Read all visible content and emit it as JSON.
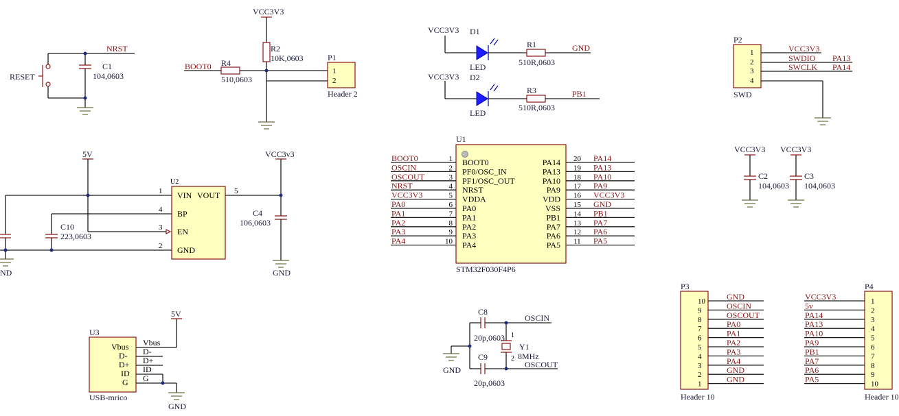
{
  "reset": {
    "switch": "RESET",
    "net": "NRST",
    "cap": "C1",
    "cap_val": "104,0603"
  },
  "boot": {
    "net": "BOOT0",
    "r4": "R4",
    "r4_val": "510,0603",
    "r2": "R2",
    "r2_val": "10K,0603",
    "vcc": "VCC3V3",
    "hdr": "P1",
    "hdr_name": "Header 2",
    "pins": [
      "1",
      "2"
    ]
  },
  "leds": {
    "d1": {
      "ref": "D1",
      "label": "LED",
      "vcc": "VCC3V3",
      "r": "R1",
      "r_val": "510R,0603",
      "net": "GND"
    },
    "d2": {
      "ref": "D2",
      "label": "LED",
      "vcc": "VCC3V3",
      "r": "R3",
      "r_val": "510R,0603",
      "net": "PB1"
    }
  },
  "swd": {
    "ref": "P2",
    "name": "SWD",
    "pins": [
      "1",
      "2",
      "3",
      "4"
    ],
    "signals": [
      "VCC3V3",
      "SWDIO",
      "SWCLK"
    ],
    "nets": [
      "PA13",
      "PA14"
    ]
  },
  "regulator": {
    "ref": "U2",
    "in_net": "5V",
    "out_net": "VCC3v3",
    "pins_left": [
      {
        "num": "1",
        "name": "VIN"
      },
      {
        "num": "4",
        "name": "BP"
      },
      {
        "num": "3",
        "name": "EN"
      },
      {
        "num": "2",
        "name": "GND"
      }
    ],
    "vout_name": "VOUT",
    "vout_num": "5",
    "c10": "C10",
    "c10_val": "223,0603",
    "c4": "C4",
    "c4_val": "106,0603",
    "gnd": "GND",
    "gnd_left": "ND"
  },
  "mcu": {
    "ref": "U1",
    "part": "STM32F030F4P6",
    "left": [
      {
        "net": "BOOT0",
        "num": "1",
        "name": "BOOT0"
      },
      {
        "net": "OSCIN",
        "num": "2",
        "name": "PF0/OSC_IN"
      },
      {
        "net": "OSCOUT",
        "num": "3",
        "name": "PF1/OSC_OUT"
      },
      {
        "net": "NRST",
        "num": "4",
        "name": "NRST"
      },
      {
        "net": "VCC3V3",
        "num": "5",
        "name": "VDDA"
      },
      {
        "net": "PA0",
        "num": "6",
        "name": "PA0"
      },
      {
        "net": "PA1",
        "num": "7",
        "name": "PA1"
      },
      {
        "net": "PA2",
        "num": "8",
        "name": "PA2"
      },
      {
        "net": "PA3",
        "num": "9",
        "name": "PA3"
      },
      {
        "net": "PA4",
        "num": "10",
        "name": "PA4"
      }
    ],
    "right": [
      {
        "name": "PA14",
        "num": "20",
        "net": "PA14"
      },
      {
        "name": "PA13",
        "num": "19",
        "net": "PA13"
      },
      {
        "name": "PA10",
        "num": "18",
        "net": "PA10"
      },
      {
        "name": "PA9",
        "num": "17",
        "net": "PA9"
      },
      {
        "name": "VDD",
        "num": "16",
        "net": "VCC3V3"
      },
      {
        "name": "VSS",
        "num": "15",
        "net": "GND"
      },
      {
        "name": "PB1",
        "num": "14",
        "net": "PB1"
      },
      {
        "name": "PA7",
        "num": "13",
        "net": "PA7"
      },
      {
        "name": "PA6",
        "num": "12",
        "net": "PA6"
      },
      {
        "name": "PA5",
        "num": "11",
        "net": "PA5"
      }
    ]
  },
  "decoupling": {
    "c2": {
      "ref": "C2",
      "val": "104,0603",
      "vcc": "VCC3V3"
    },
    "c3": {
      "ref": "C3",
      "val": "104,0603",
      "vcc": "VCC3V3"
    }
  },
  "crystal": {
    "c8": "C8",
    "c8_val": "20p,0603",
    "c9": "C9",
    "c9_val": "20p,0603",
    "y1": "Y1",
    "y1_val": "8MHz",
    "pin1": "1",
    "pin2": "2",
    "osc_in": "OSCIN",
    "osc_out": "OSCOUT",
    "gnd": "GND"
  },
  "usb": {
    "ref": "U3",
    "name": "USB-mrico",
    "pins": [
      "Vbus",
      "D-",
      "D+",
      "ID",
      "G"
    ],
    "nets": [
      "Vbus",
      "D-",
      "D+",
      "ID",
      "G"
    ],
    "pwr": "5V",
    "gnd": "GND"
  },
  "p3": {
    "ref": "P3",
    "name": "Header 10",
    "pins": [
      "10",
      "9",
      "8",
      "7",
      "6",
      "5",
      "4",
      "3",
      "2",
      "1"
    ],
    "nets": [
      "GND",
      "OSCIN",
      "OSCOUT",
      "PA0",
      "PA1",
      "PA2",
      "PA3",
      "PA4",
      "GND",
      "GND"
    ]
  },
  "p4": {
    "ref": "P4",
    "name": "Header 10",
    "pins": [
      "1",
      "2",
      "3",
      "4",
      "5",
      "6",
      "7",
      "8",
      "9",
      "10"
    ],
    "nets": [
      "VCC3V3",
      "5v",
      "PA14",
      "PA13",
      "PA10",
      "PA9",
      "PB1",
      "PA7",
      "PA6",
      "PA5"
    ]
  }
}
